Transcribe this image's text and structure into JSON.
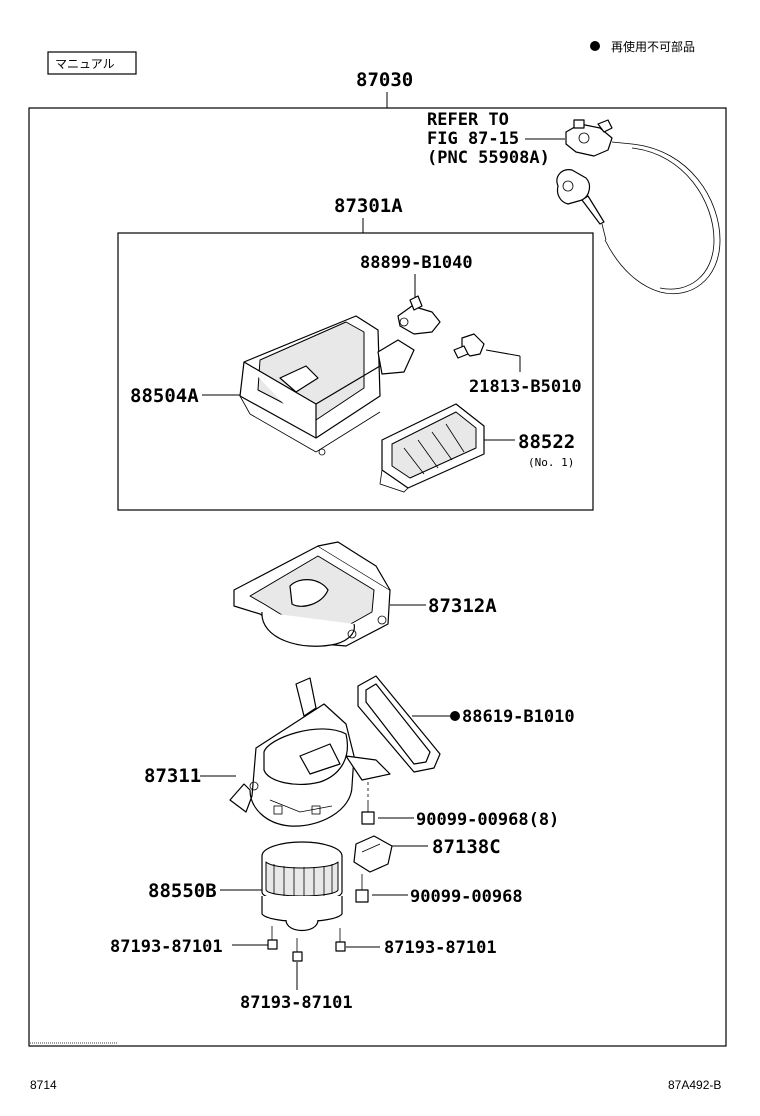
{
  "header": {
    "manual_tag": "マニュアル",
    "legend_text": "再使用不可部品"
  },
  "assembly": {
    "main_number": "87030",
    "sub_number": "87301A",
    "refer": {
      "line1": "REFER TO",
      "line2": "FIG 87-15",
      "line3": "(PNC 55908A)"
    }
  },
  "parts": {
    "p88899": "88899-B1040",
    "p88504": "88504A",
    "p21813": "21813-B5010",
    "p88522": "88522",
    "p88522_note": "(No. 1)",
    "p87312": "87312A",
    "p88619": "88619-B1010",
    "p87311": "87311",
    "p90099a": "90099-00968(8)",
    "p87138": "87138C",
    "p88550": "88550B",
    "p90099b": "90099-00968",
    "p87193a": "87193-87101",
    "p87193b": "87193-87101",
    "p87193c": "87193-87101"
  },
  "footer": {
    "left": "8714",
    "right": "87A492-B"
  },
  "colors": {
    "ink": "#000000",
    "paper": "#ffffff"
  }
}
